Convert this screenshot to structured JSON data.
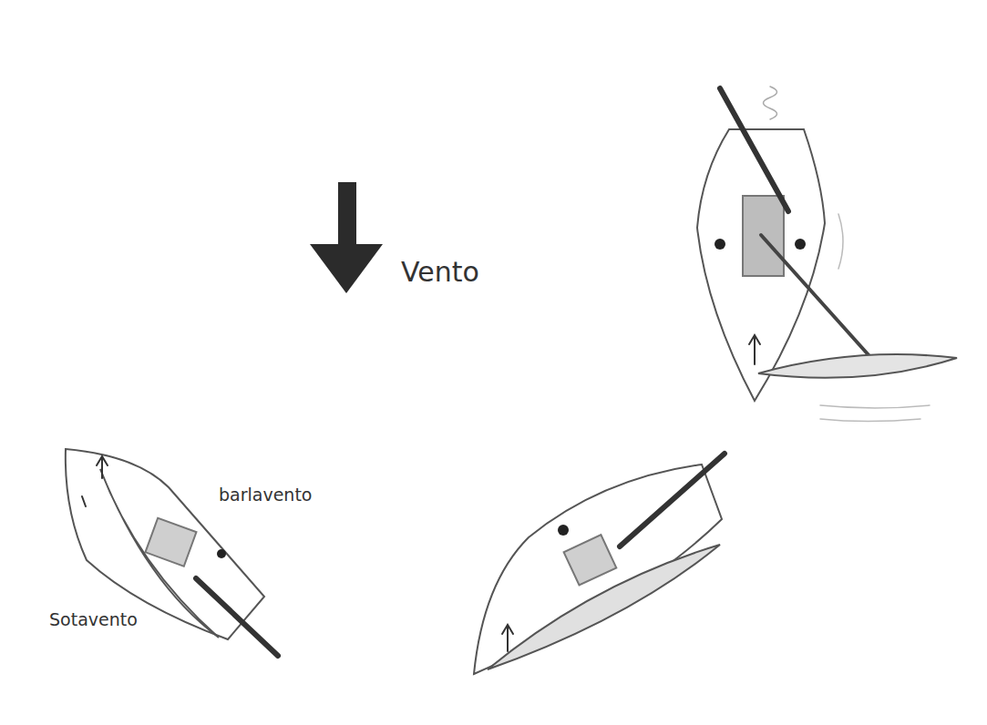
{
  "diagram": {
    "labels": [
      "Vento",
      "barlavento",
      "Sotavento"
    ]
  }
}
